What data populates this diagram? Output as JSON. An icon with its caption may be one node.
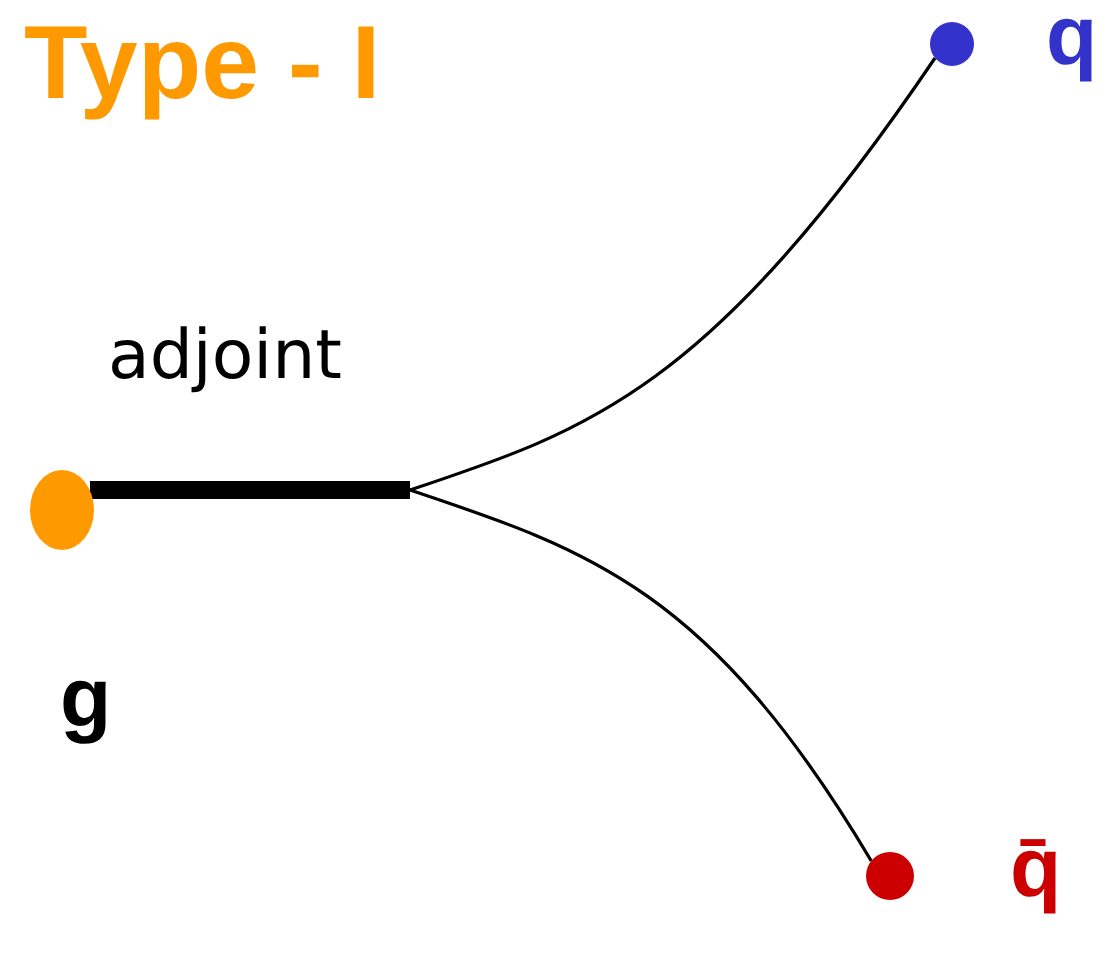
{
  "diagram": {
    "title": "Type - I",
    "nodes": [
      {
        "text": [],
        "shape": "circle",
        "beside": [
          "g"
        ]
      },
      {
        "text": [],
        "shape": "circle",
        "beside": [
          "q"
        ]
      },
      {
        "text": [],
        "shape": "circle",
        "beside": [
          "q̄"
        ]
      }
    ],
    "edges": [
      {
        "from": 0,
        "to": 1,
        "arrow": "none"
      },
      {
        "from": 0,
        "to": 2,
        "arrow": "none"
      }
    ],
    "labels": [
      "adjoint"
    ]
  }
}
